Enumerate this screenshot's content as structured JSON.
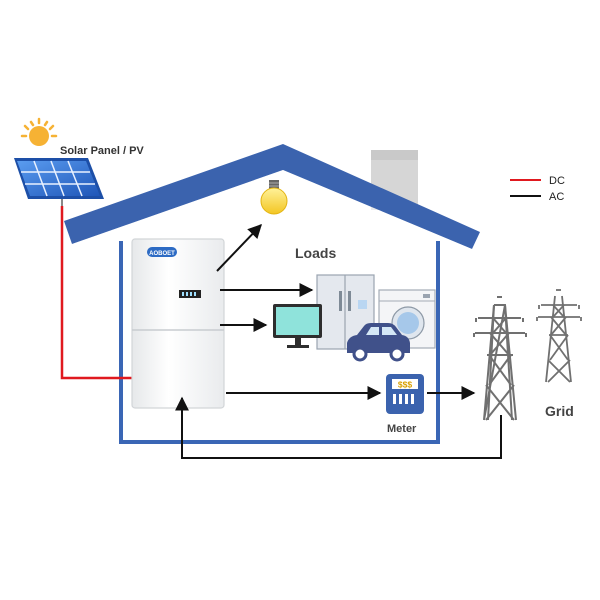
{
  "labels": {
    "solar": "Solar Panel / PV",
    "loads": "Loads",
    "meter": "Meter",
    "grid": "Grid",
    "brand": "AOBOET",
    "meter_display": "$$$"
  },
  "legend": [
    {
      "label": "DC",
      "color": "#e0191f"
    },
    {
      "label": "AC",
      "color": "#111111"
    }
  ],
  "colors": {
    "roof_blue": "#3b63ae",
    "house_outline": "#3a66b5",
    "chimney": "#d5d5d5",
    "panel_blue": "#2e6fd1",
    "dc_line": "#e0191f",
    "ac_line": "#111111",
    "tower": "#707070",
    "sun": "#f6b234"
  },
  "icons": [
    "sun-icon",
    "solar-panel-icon",
    "bulb-icon",
    "inverter-battery-icon",
    "refrigerator-icon",
    "washing-machine-icon",
    "monitor-icon",
    "car-icon",
    "meter-icon",
    "power-tower-icon"
  ]
}
